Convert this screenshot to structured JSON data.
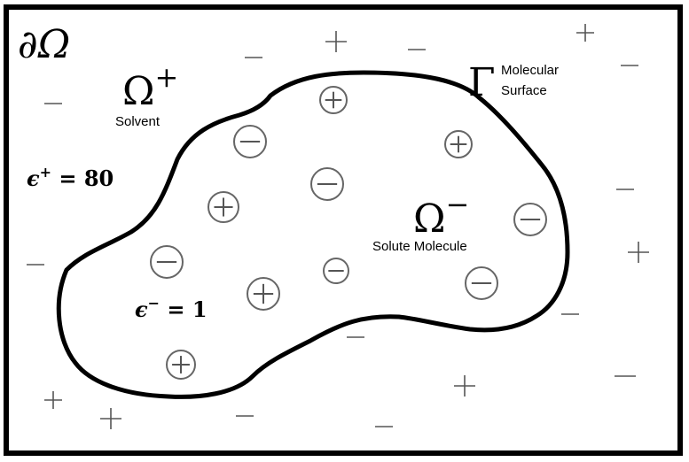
{
  "labels": {
    "boundary": "∂Ω",
    "omega_plus": "Ω",
    "omega_plus_sup": "+",
    "solvent": "Solvent",
    "gamma": "Γ",
    "molecular": "Molecular",
    "surface": "Surface",
    "omega_minus": "Ω",
    "omega_minus_sup": "−",
    "solute_molecule": "Solute Molecule",
    "eps_plus_symbol": "ϵ",
    "eps_plus_sup": "+",
    "eps_plus_value": " = 80",
    "eps_minus_symbol": "ϵ",
    "eps_minus_sup": "−",
    "eps_minus_value": " = 1"
  },
  "ions": [
    {
      "sign": "+"
    },
    {
      "sign": "-"
    },
    {
      "sign": "+"
    },
    {
      "sign": "-"
    },
    {
      "sign": "+"
    },
    {
      "sign": "-"
    },
    {
      "sign": "-"
    },
    {
      "sign": "+"
    },
    {
      "sign": "-"
    },
    {
      "sign": "-"
    },
    {
      "sign": "+"
    }
  ],
  "background_charges": [
    {
      "sign": "+"
    },
    {
      "sign": "+"
    },
    {
      "sign": "-"
    },
    {
      "sign": "-"
    },
    {
      "sign": "-"
    },
    {
      "sign": "-"
    },
    {
      "sign": "+"
    },
    {
      "sign": "-"
    },
    {
      "sign": "-"
    },
    {
      "sign": "-"
    },
    {
      "sign": "-"
    },
    {
      "sign": "+"
    },
    {
      "sign": "+"
    },
    {
      "sign": "-"
    },
    {
      "sign": "+"
    },
    {
      "sign": "-"
    },
    {
      "sign": "-"
    }
  ],
  "colors": {
    "stroke": "#000000",
    "ion": "#666666"
  }
}
